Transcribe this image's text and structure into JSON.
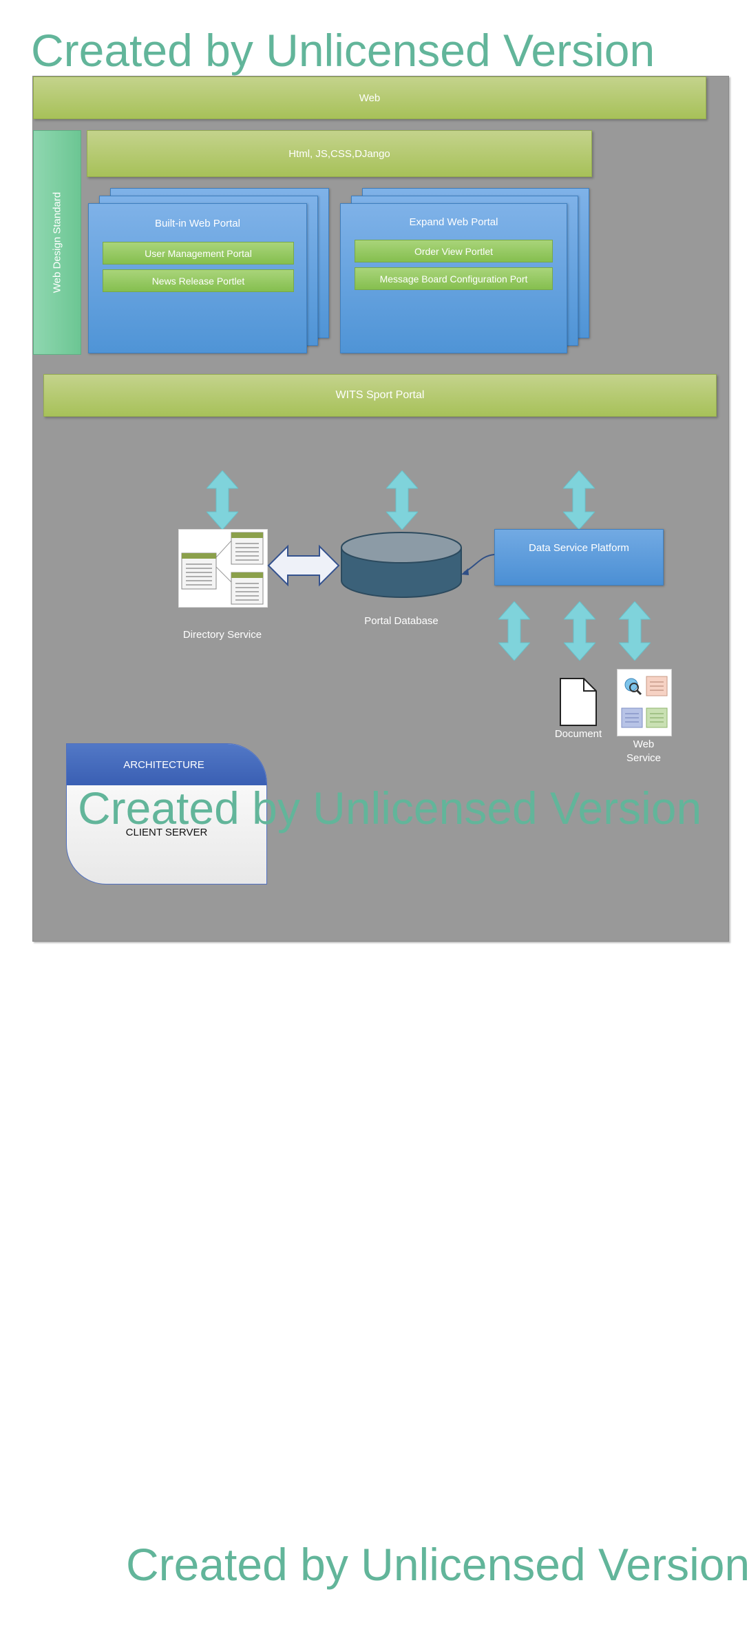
{
  "watermark": "Created by Unlicensed Version",
  "diagram": {
    "web_bar": "Web",
    "web_design_standard": "Web Design Standard",
    "tech_bar": "Html, JS,CSS,DJango",
    "builtin_portal": {
      "title": "Built-in Web Portal",
      "items": [
        "User Management Portal",
        "News Release Portlet"
      ]
    },
    "expand_portal": {
      "title": "Expand Web Portal",
      "items": [
        "Order View Portlet",
        "Message Board Configuration Port"
      ]
    },
    "wits_bar": "WITS Sport Portal",
    "directory_service": "Directory Service",
    "portal_database": "Portal Database",
    "data_service_platform": "Data Service Platform",
    "document": "Document",
    "web_service": "Web\nService",
    "architecture": {
      "header": "ARCHITECTURE",
      "body": "CLIENT SERVER"
    }
  },
  "colors": {
    "canvas": "#999999",
    "green_bar": "#b5c96f",
    "portal_blue": "#5b9bd8",
    "teal_arrow": "#7fd3db",
    "database": "#3b6179",
    "watermark": "#62b59a"
  }
}
